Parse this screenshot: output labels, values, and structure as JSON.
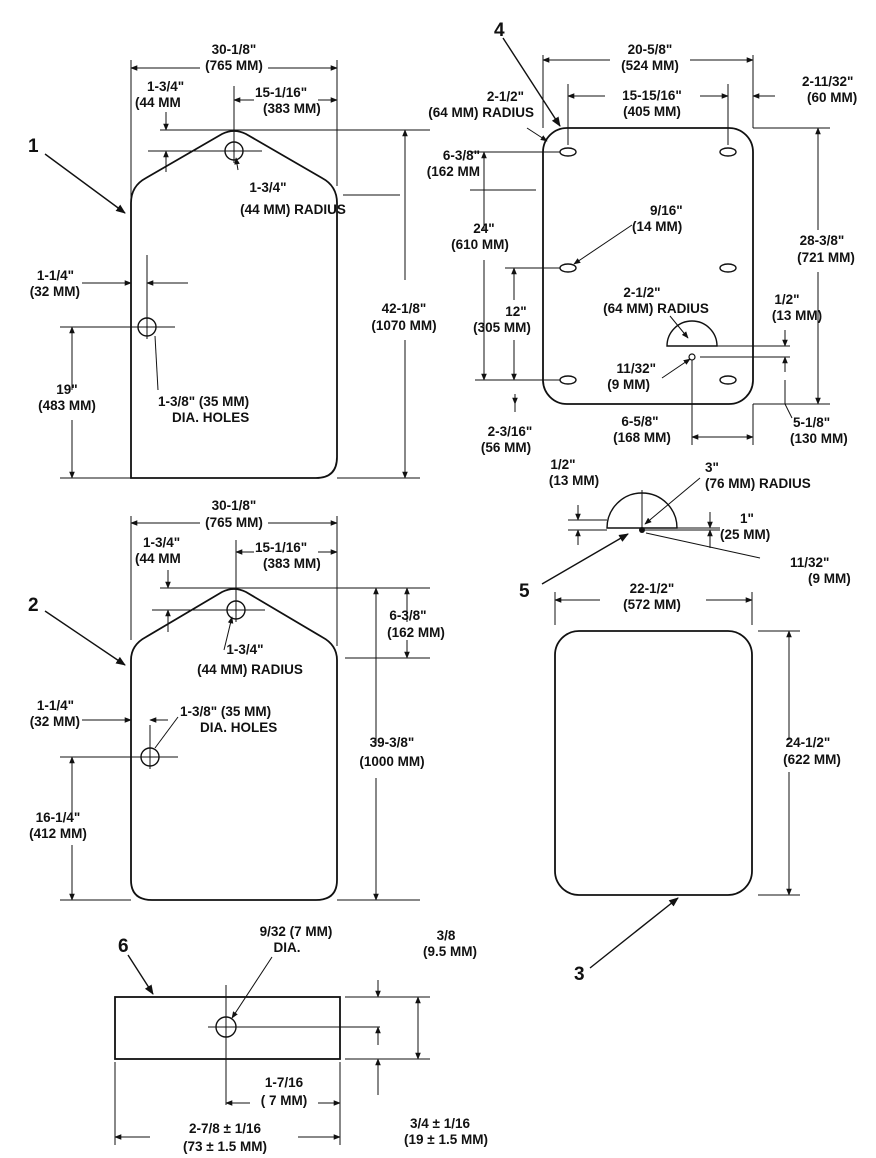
{
  "callouts": {
    "c1": "1",
    "c2": "2",
    "c3": "3",
    "c4": "4",
    "c5": "5",
    "c6": "6"
  },
  "part1": {
    "width_in": "30-1/8\"",
    "width_mm": "(765 MM)",
    "hole_drop_in": "1-3/4\"",
    "hole_drop_mm": "(44 MM",
    "hole_offset_in": "15-1/16\"",
    "hole_offset_mm": "(383 MM)",
    "radius_in": "1-3/4\"",
    "radius_mm": "(44 MM) RADIUS",
    "left_in": "1-1/4\"",
    "left_mm": "(32 MM)",
    "low_hole_in": "19\"",
    "low_hole_mm": "(483 MM)",
    "holes_in": "1-3/8\" (35 MM)",
    "holes_label": "DIA. HOLES",
    "height_in": "42-1/8\"",
    "height_mm": "(1070 MM)"
  },
  "part2": {
    "width_in": "30-1/8\"",
    "width_mm": "(765 MM)",
    "hole_drop_in": "1-3/4\"",
    "hole_drop_mm": "(44 MM",
    "hole_offset_in": "15-1/16\"",
    "hole_offset_mm": "(383 MM)",
    "peak_in": "6-3/8\"",
    "peak_mm": "(162 MM)",
    "radius_in": "1-3/4\"",
    "radius_mm": "(44 MM) RADIUS",
    "holes_in": "1-3/8\" (35 MM)",
    "holes_label": "DIA. HOLES",
    "left_in": "1-1/4\"",
    "left_mm": "(32 MM)",
    "height_in": "39-3/8\"",
    "height_mm": "(1000 MM)",
    "low_hole_in": "16-1/4\"",
    "low_hole_mm": "(412 MM)"
  },
  "part4": {
    "width_in": "20-5/8\"",
    "width_mm": "(524 MM)",
    "inner_in": "15-15/16\"",
    "inner_mm": "(405 MM)",
    "side_in": "2-11/32\"",
    "side_mm": "(60 MM)",
    "radius_in": "2-1/2\"",
    "radius_mm": "(64 MM) RADIUS",
    "peak_in": "6-3/8\"",
    "peak_mm": "(162 MM",
    "slot_in": "9/16\"",
    "slot_mm": "(14 MM)",
    "span_in": "24\"",
    "span_mm": "(610 MM)",
    "mid_in": "12\"",
    "mid_mm": "(305 MM)",
    "arc_in": "2-1/2\"",
    "arc_mm": "(64 MM) RADIUS",
    "height_in": "28-3/8\"",
    "height_mm": "(721 MM)",
    "half_in": "1/2\"",
    "half_mm": "(13 MM)",
    "pin_in": "11/32\"",
    "pin_mm": "(9 MM)",
    "bottom_in": "2-3/16\"",
    "bottom_mm": "(56 MM)",
    "pin_off_in": "6-5/8\"",
    "pin_off_mm": "(168 MM)",
    "low_in": "5-1/8\"",
    "low_mm": "(130 MM)"
  },
  "part5": {
    "half_in": "1/2\"",
    "half_mm": "(13 MM)",
    "radius_in": "3\"",
    "radius_mm": "(76 MM) RADIUS",
    "one_in": "1\"",
    "one_mm": "(25 MM)",
    "pin_in": "11/32\"",
    "pin_mm": "(9 MM)"
  },
  "part3": {
    "width_in": "22-1/2\"",
    "width_mm": "(572 MM)",
    "height_in": "24-1/2\"",
    "height_mm": "(622 MM)"
  },
  "part6": {
    "hole_in": "9/32 (7 MM)",
    "hole_label": "DIA.",
    "thick_in": "3/8",
    "thick_mm": "(9.5 MM)",
    "offset_in": "1-7/16",
    "offset_mm": "( 7 MM)",
    "length_in": "2-7/8 ± 1/16",
    "length_mm": "(73 ± 1.5 MM)",
    "height_in": "3/4 ± 1/16",
    "height_mm": "(19 ± 1.5 MM)"
  }
}
